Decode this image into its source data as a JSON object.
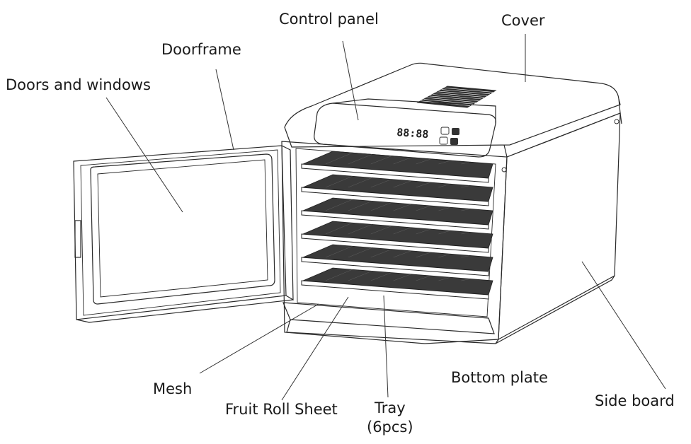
{
  "labels": {
    "control_panel": "Control panel",
    "cover": "Cover",
    "doorframe": "Doorframe",
    "doors_windows": "Doors and windows",
    "mesh": "Mesh",
    "fruit_roll_sheet": "Fruit Roll Sheet",
    "tray": "Tray",
    "tray_count": "(6pcs)",
    "bottom_plate": "Bottom plate",
    "side_board": "Side board"
  },
  "display": {
    "readout": "88:88"
  },
  "tray_count": 6,
  "colors": {
    "line": "#2a2a2a",
    "mesh_fill": "#3a3a3a",
    "vent": "#2d2d2d"
  }
}
